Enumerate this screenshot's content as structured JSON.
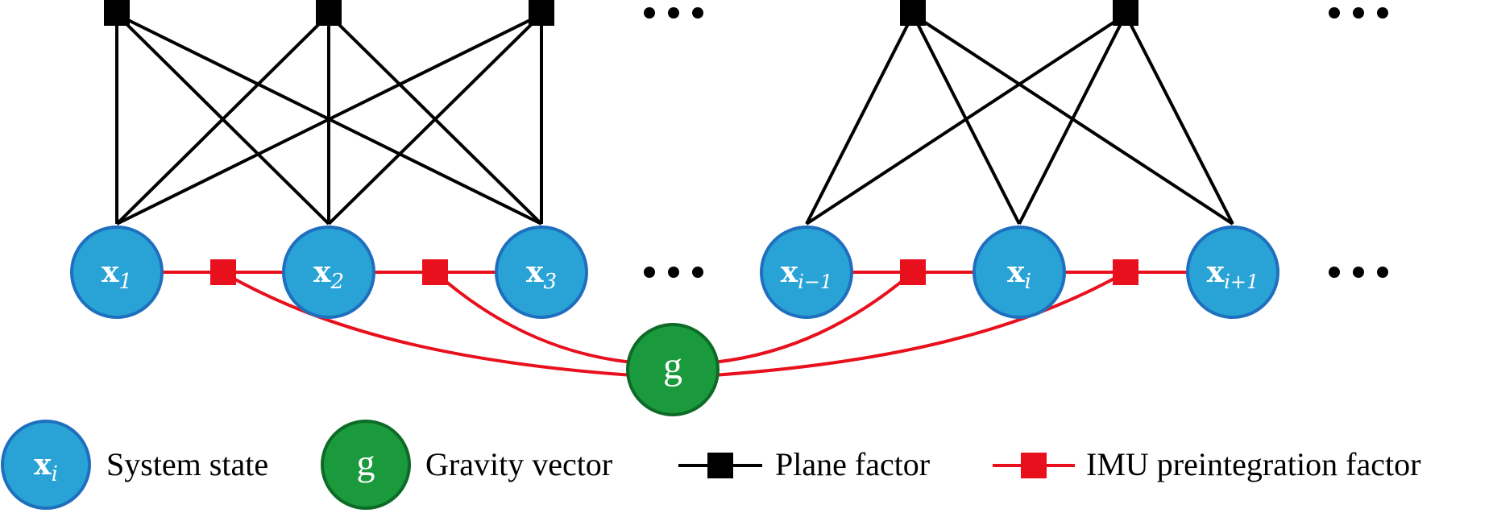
{
  "nodes": {
    "x1": {
      "main": "x",
      "sub": "1"
    },
    "x2": {
      "main": "x",
      "sub": "2"
    },
    "x3": {
      "main": "x",
      "sub": "3"
    },
    "xim1": {
      "main": "x",
      "sub": "i−1"
    },
    "xi": {
      "main": "x",
      "sub": "i"
    },
    "xip1": {
      "main": "x",
      "sub": "i+1"
    },
    "g": {
      "label": "g"
    }
  },
  "legend": {
    "state": {
      "symbol_main": "x",
      "symbol_sub": "i",
      "label": "System state"
    },
    "gravity": {
      "symbol": "g",
      "label": "Gravity vector"
    },
    "plane": {
      "label": "Plane factor"
    },
    "imu": {
      "label": "IMU preintegration factor"
    }
  },
  "colors": {
    "state_node": "#29a3d6",
    "gravity_node": "#1a9a3c",
    "plane_factor": "#000000",
    "imu_factor": "#e8101c"
  }
}
